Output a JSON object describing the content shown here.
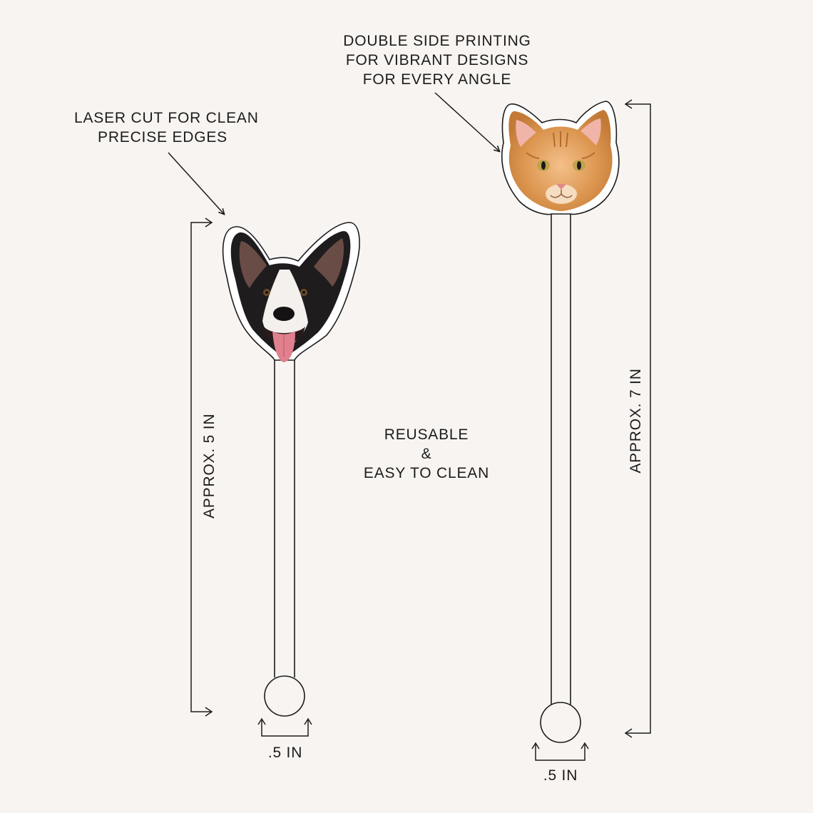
{
  "callouts": {
    "laser_cut": [
      "LASER CUT FOR CLEAN",
      "PRECISE EDGES"
    ],
    "double_side": [
      "DOUBLE SIDE PRINTING",
      "FOR VIBRANT DESIGNS",
      "FOR EVERY ANGLE"
    ],
    "reusable": [
      "REUSABLE",
      "&",
      "EASY TO CLEAN"
    ]
  },
  "dimensions": {
    "dog_length": "APPROX. 5 IN",
    "cat_length": "APPROX.  7 IN",
    "dog_width": ".5 IN",
    "cat_width": ".5 IN"
  },
  "illustrations": {
    "left_stirrer_topper": "dog-head",
    "right_stirrer_topper": "cat-head"
  },
  "colors": {
    "background": "#f8f4f1",
    "ink": "#1c1c1c",
    "dog_fur_dark": "#201d1e",
    "dog_tongue": "#e0808c",
    "cat_fur": "#d8924a"
  }
}
